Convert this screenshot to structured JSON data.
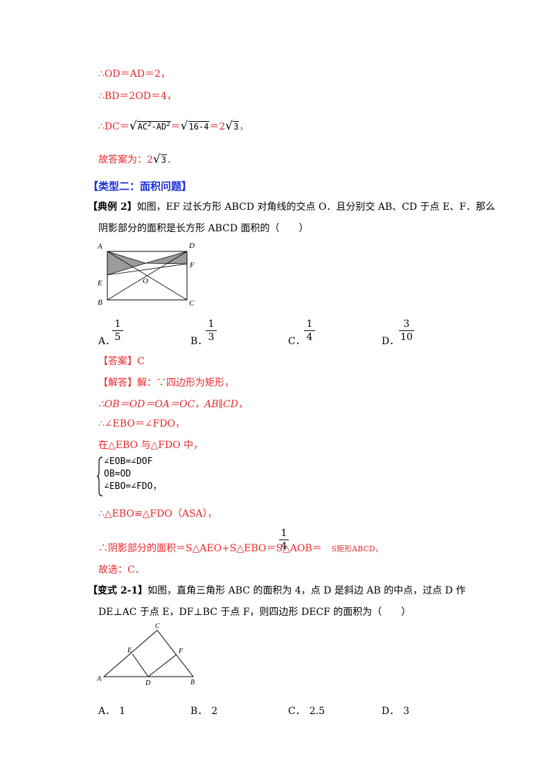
{
  "sol1": {
    "l1": "∴OD＝AD＝2，",
    "l2": "∴BD＝2OD＝4，",
    "l3_pre": "∴DC＝",
    "l3_rad1": "AC",
    "l3_sq1": "2",
    "l3_mid": "-AD",
    "l3_sq2": "2",
    "l3_eq1": "＝",
    "l3_rad2": "16-4",
    "l3_eq2": "＝2",
    "l3_rad3": "3",
    "l3_end": "，",
    "ans_pre": "故答案为：2",
    "ans_rad": "3",
    "ans_end": "．"
  },
  "section": {
    "title": "【类型二：面积问题】"
  },
  "ex2": {
    "head": "【典例 2】",
    "q1": "如图，EF 过长方形 ABCD 对角线的交点 O．且分别交 AB、CD 于点 E、F．那么",
    "q2": "阴影部分的面积是长方形 ABCD 面积的（　　）",
    "fig_labels": {
      "A": "A",
      "D": "D",
      "F": "F",
      "E": "E",
      "O": "O",
      "B": "B",
      "C": "C"
    },
    "options": [
      {
        "letter": "A．",
        "num": "1",
        "den": "5"
      },
      {
        "letter": "B．",
        "num": "1",
        "den": "3"
      },
      {
        "letter": "C．",
        "num": "1",
        "den": "4"
      },
      {
        "letter": "D．",
        "num": "3",
        "den": "10"
      }
    ],
    "answer": "【答案】C",
    "sol_head": "【解答】解：∵四边形为矩形，",
    "s1": "∴OB＝OD＝OA＝OC，AB∥CD，",
    "s2": "∴∠EBO＝∠FDO，",
    "s3": "在△EBO 与△FDO 中，",
    "sys1": "∠EOB=∠DOF",
    "sys2": "OB=OD",
    "sys3": "∠EBO=∠FDO，",
    "s4": "∴△EBO≌△FDO（ASA），",
    "s5_pre": "∴阴影部分的面积＝S△AEO+S△EBO＝S△AOB＝",
    "s5_num": "1",
    "s5_den": "4",
    "s5_post": "S矩形ABCD，",
    "s6": "故选：C．"
  },
  "var21": {
    "head": "【变式 2-1】",
    "q1": "如图，直角三角形 ABC 的面积为 4，点 D 是斜边 AB 的中点，过点 D 作",
    "q2": "DE⊥AC 于点 E，DF⊥BC 于点 F，则四边形 DECF 的面积为（　　）",
    "fig_labels": {
      "C": "C",
      "E": "E",
      "F": "F",
      "A": "A",
      "D": "D",
      "B": "B"
    },
    "options": [
      {
        "letter": "A．",
        "val": "1"
      },
      {
        "letter": "B．",
        "val": "2"
      },
      {
        "letter": "C．",
        "val": "2.5"
      },
      {
        "letter": "D．",
        "val": "3"
      }
    ]
  }
}
